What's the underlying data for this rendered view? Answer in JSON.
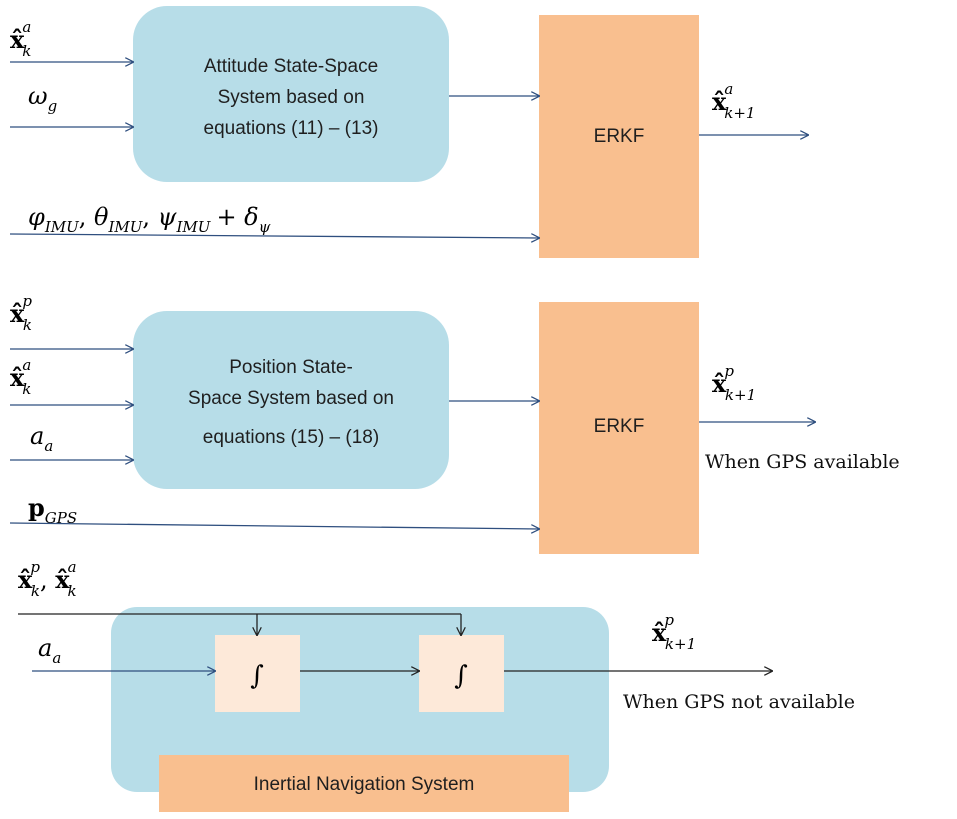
{
  "colors": {
    "state_space_box": "#b7dde8",
    "erkf_box": "#f9bf8f",
    "ins_box": "#b7dde8",
    "integrator_box": "#fde9d9",
    "ins_label_box": "#f9bf8f",
    "arrow": "#2f4f7f"
  },
  "attitude": {
    "box_line1": "Attitude State-Space",
    "box_line2": "System based on",
    "box_line3": "equations (11) – (13)",
    "input1": "x̂",
    "input1_sup": "a",
    "input1_sub": "k",
    "input2": "ω",
    "input2_sub": "g",
    "input3": "φ",
    "input3_sub1": "IMU",
    "input3_theta": "θ",
    "input3_sub2": "IMU",
    "input3_psi": "ψ",
    "input3_sub3": "IMU",
    "input3_plus": "+ δ",
    "input3_sub4": "ψ",
    "erkf_label": "ERKF",
    "output": "x̂",
    "output_sup": "a",
    "output_sub": "k+1"
  },
  "position": {
    "box_line1": "Position State-",
    "box_line2": "Space System based on",
    "box_line3": "equations (15) – (18)",
    "input1": "x̂",
    "input1_sup": "p",
    "input1_sub": "k",
    "input2": "x̂",
    "input2_sup": "a",
    "input2_sub": "k",
    "input3": "a",
    "input3_sub": "a",
    "input4": "p",
    "input4_sub": "GPS",
    "erkf_label": "ERKF",
    "output": "x̂",
    "output_sup": "p",
    "output_sub": "k+1",
    "caption": "When GPS available"
  },
  "ins": {
    "input_states": "x̂",
    "input_states_sup1": "p",
    "input_states_sub1": "k",
    "input_states_sep": ", ",
    "input_states2": "x̂",
    "input_states_sup2": "a",
    "input_states_sub2": "k",
    "input_accel": "a",
    "input_accel_sub": "a",
    "integrator_symbol": "∫",
    "label": "Inertial Navigation System",
    "output": "x̂",
    "output_sup": "p",
    "output_sub": "k+1",
    "caption": "When GPS not available"
  }
}
